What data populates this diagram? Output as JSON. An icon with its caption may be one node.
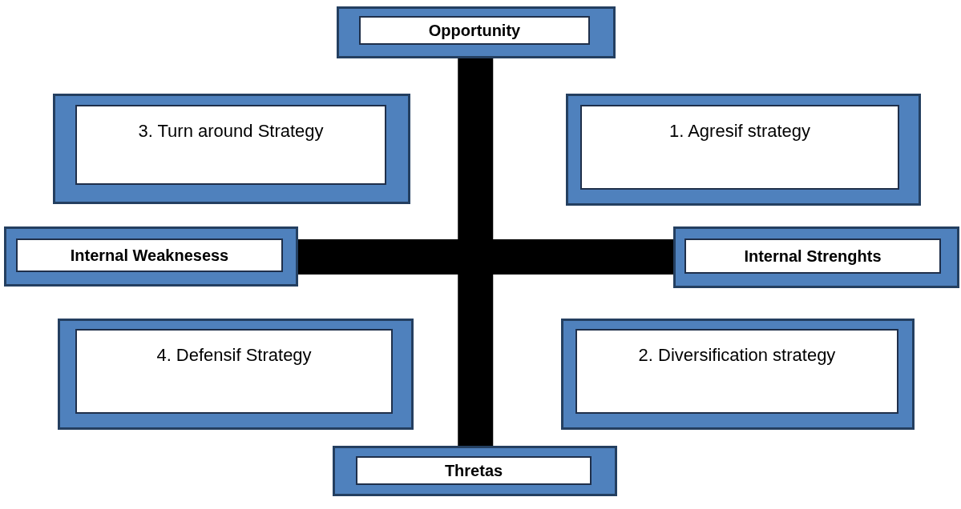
{
  "diagram": {
    "nodes": [
      {
        "text": [
          "Opportunity"
        ]
      },
      {
        "text": [
          "3. Turn around Strategy"
        ]
      },
      {
        "text": [
          "1. Agresif strategy"
        ]
      },
      {
        "text": [
          "Internal Weaknesess"
        ]
      },
      {
        "text": [
          "Internal Strenghts"
        ]
      },
      {
        "text": [
          "4. Defensif Strategy"
        ]
      },
      {
        "text": [
          "2. Diversification strategy"
        ]
      },
      {
        "text": [
          "Thretas"
        ]
      }
    ],
    "edges": [
      {
        "from": 0,
        "to": 7,
        "arrow": "none"
      },
      {
        "from": 3,
        "to": 4,
        "arrow": "none"
      }
    ]
  }
}
